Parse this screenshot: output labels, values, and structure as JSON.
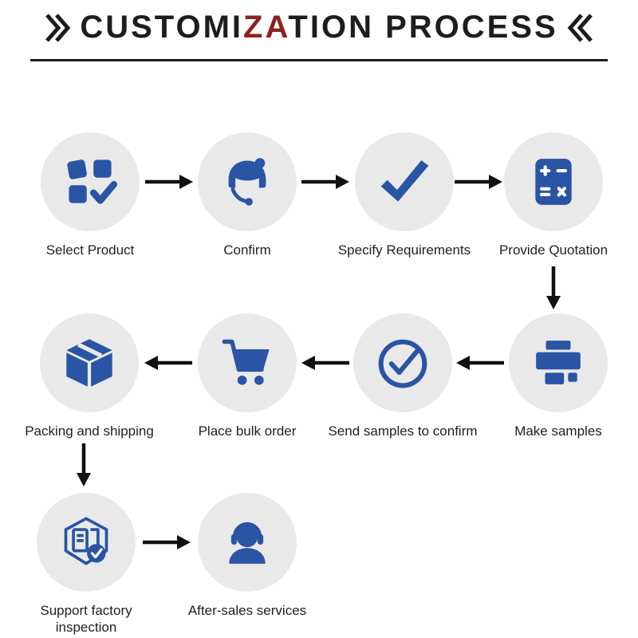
{
  "title": {
    "part1": "CUSTOMI",
    "part2": "ZA",
    "part3": "TION PROCESS",
    "left_mark": "double-chevron-right",
    "right_mark": "double-chevron-left",
    "accent_color": "#8b2320"
  },
  "colors": {
    "icon_blue": "#2a54a4",
    "circle_background": "#e9e9e9",
    "arrow_black": "#111111",
    "text": "#1f1f1f"
  },
  "steps": [
    {
      "id": "select-product",
      "label": "Select Product",
      "icon": "product-grid-check-icon"
    },
    {
      "id": "confirm",
      "label": "Confirm",
      "icon": "customer-service-icon"
    },
    {
      "id": "specify-requirements",
      "label": "Specify Requirements",
      "icon": "checkmark-icon"
    },
    {
      "id": "provide-quotation",
      "label": "Provide Quotation",
      "icon": "calculator-icon"
    },
    {
      "id": "make-samples",
      "label": "Make samples",
      "icon": "printer-icon"
    },
    {
      "id": "send-samples",
      "label": "Send samples to confirm",
      "icon": "circle-check-icon"
    },
    {
      "id": "place-bulk-order",
      "label": "Place bulk order",
      "icon": "shopping-cart-icon"
    },
    {
      "id": "packing-shipping",
      "label": "Packing and shipping",
      "icon": "package-box-icon"
    },
    {
      "id": "factory-inspection",
      "label": "Support factory inspection",
      "icon": "inspection-shield-icon"
    },
    {
      "id": "after-sales",
      "label": "After-sales services",
      "icon": "headset-person-icon"
    }
  ],
  "flow": [
    "Select Product",
    "Confirm",
    "Specify Requirements",
    "Provide Quotation",
    "Make samples",
    "Send samples to confirm",
    "Place bulk order",
    "Packing and shipping",
    "Support factory inspection",
    "After-sales services"
  ]
}
